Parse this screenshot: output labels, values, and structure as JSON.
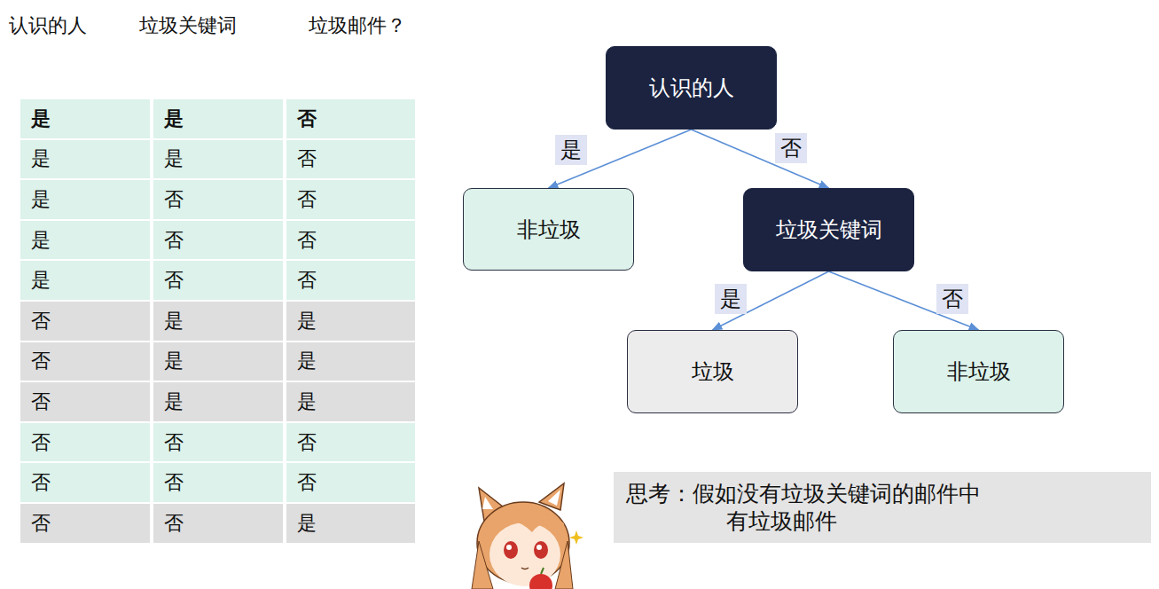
{
  "diagram": {
    "nodes": [
      {
        "text": [
          "认识的人"
        ]
      },
      {
        "text": [
          "非垃圾"
        ]
      },
      {
        "text": [
          "垃圾关键词"
        ]
      },
      {
        "text": [
          "垃圾"
        ]
      },
      {
        "text": [
          "非垃圾"
        ]
      },
      {
        "text": [
          "思考：假如没有垃圾关键词的邮件中 有垃圾邮件"
        ]
      }
    ],
    "edges": [
      {
        "from": 0,
        "to": 1,
        "label": "是",
        "arrow": "to"
      },
      {
        "from": 0,
        "to": 2,
        "label": "否",
        "arrow": "to"
      },
      {
        "from": 2,
        "to": 3,
        "label": "是",
        "arrow": "to"
      },
      {
        "from": 2,
        "to": 4,
        "label": "否",
        "arrow": "to"
      }
    ],
    "labels": [
      "认识的人",
      "垃圾关键词",
      "垃圾邮件？",
      "是",
      "是",
      "否",
      "是",
      "是",
      "否",
      "是",
      "否",
      "否",
      "是",
      "否",
      "否",
      "是",
      "否",
      "否",
      "否",
      "是",
      "是",
      "否",
      "是",
      "是",
      "否",
      "是",
      "是",
      "否",
      "否",
      "否",
      "否",
      "否",
      "否",
      "否",
      "否",
      "是"
    ]
  }
}
